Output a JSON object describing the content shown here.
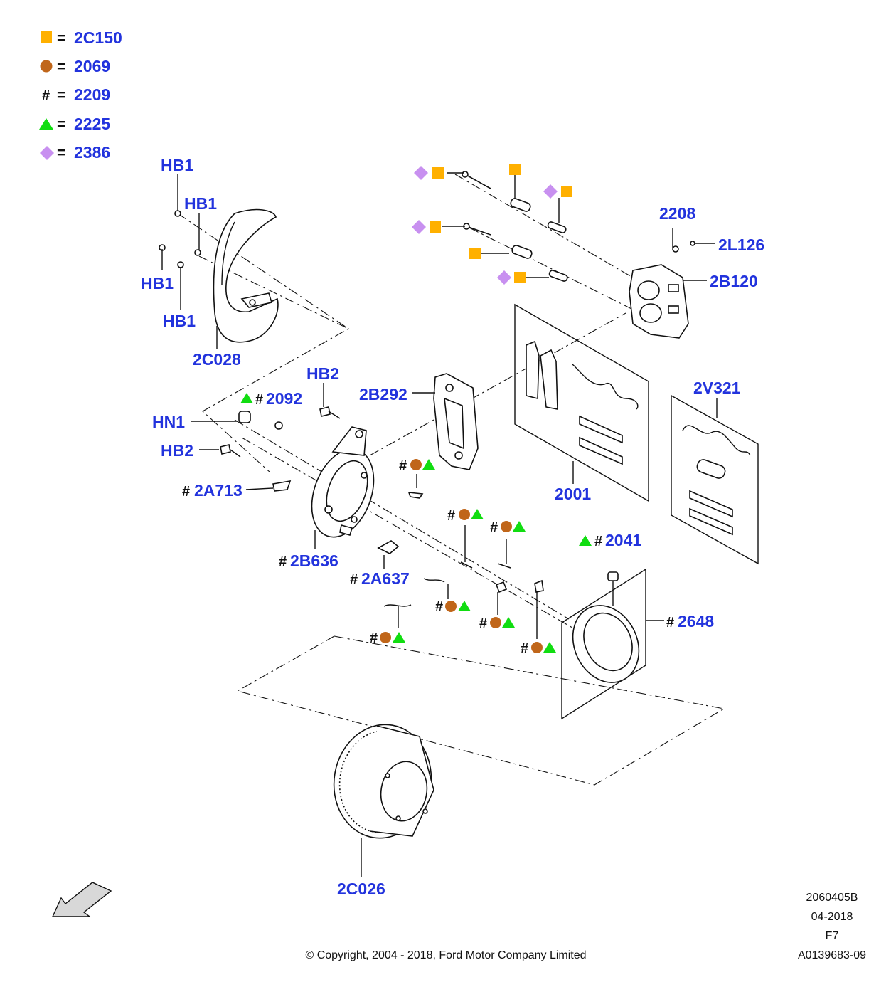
{
  "legend": [
    {
      "symbol": "square",
      "color": "#ffb000",
      "equals": "=",
      "code": "2C150"
    },
    {
      "symbol": "circle",
      "color": "#c0661a",
      "equals": "=",
      "code": "2069"
    },
    {
      "symbol": "hash",
      "text": "#",
      "equals": "=",
      "code": "2209"
    },
    {
      "symbol": "triangle",
      "color": "#11dd11",
      "equals": "=",
      "code": "2225"
    },
    {
      "symbol": "diamond",
      "color": "#c890f0",
      "equals": "=",
      "code": "2386"
    }
  ],
  "callouts": {
    "hb1_a": "HB1",
    "hb1_b": "HB1",
    "hb1_c": "HB1",
    "hb1_d": "HB1",
    "c2028": "2C028",
    "c2092": "2092",
    "hb2_a": "HB2",
    "hn1": "HN1",
    "hb2_b": "HB2",
    "c2b292": "2B292",
    "c2a713": "2A713",
    "c2b636": "2B636",
    "c2a637": "2A637",
    "c2001": "2001",
    "c2208": "2208",
    "c2l126": "2L126",
    "c2b120": "2B120",
    "c2v321": "2V321",
    "c2041": "2041",
    "c2648": "2648",
    "c2c026": "2C026"
  },
  "hash_mark": "#",
  "footer": {
    "ref": "2060405B",
    "date": "04-2018",
    "sheet": "F7",
    "doc_id": "A0139683-09",
    "copyright": "© Copyright, 2004 - 2018, Ford Motor Company Limited"
  }
}
